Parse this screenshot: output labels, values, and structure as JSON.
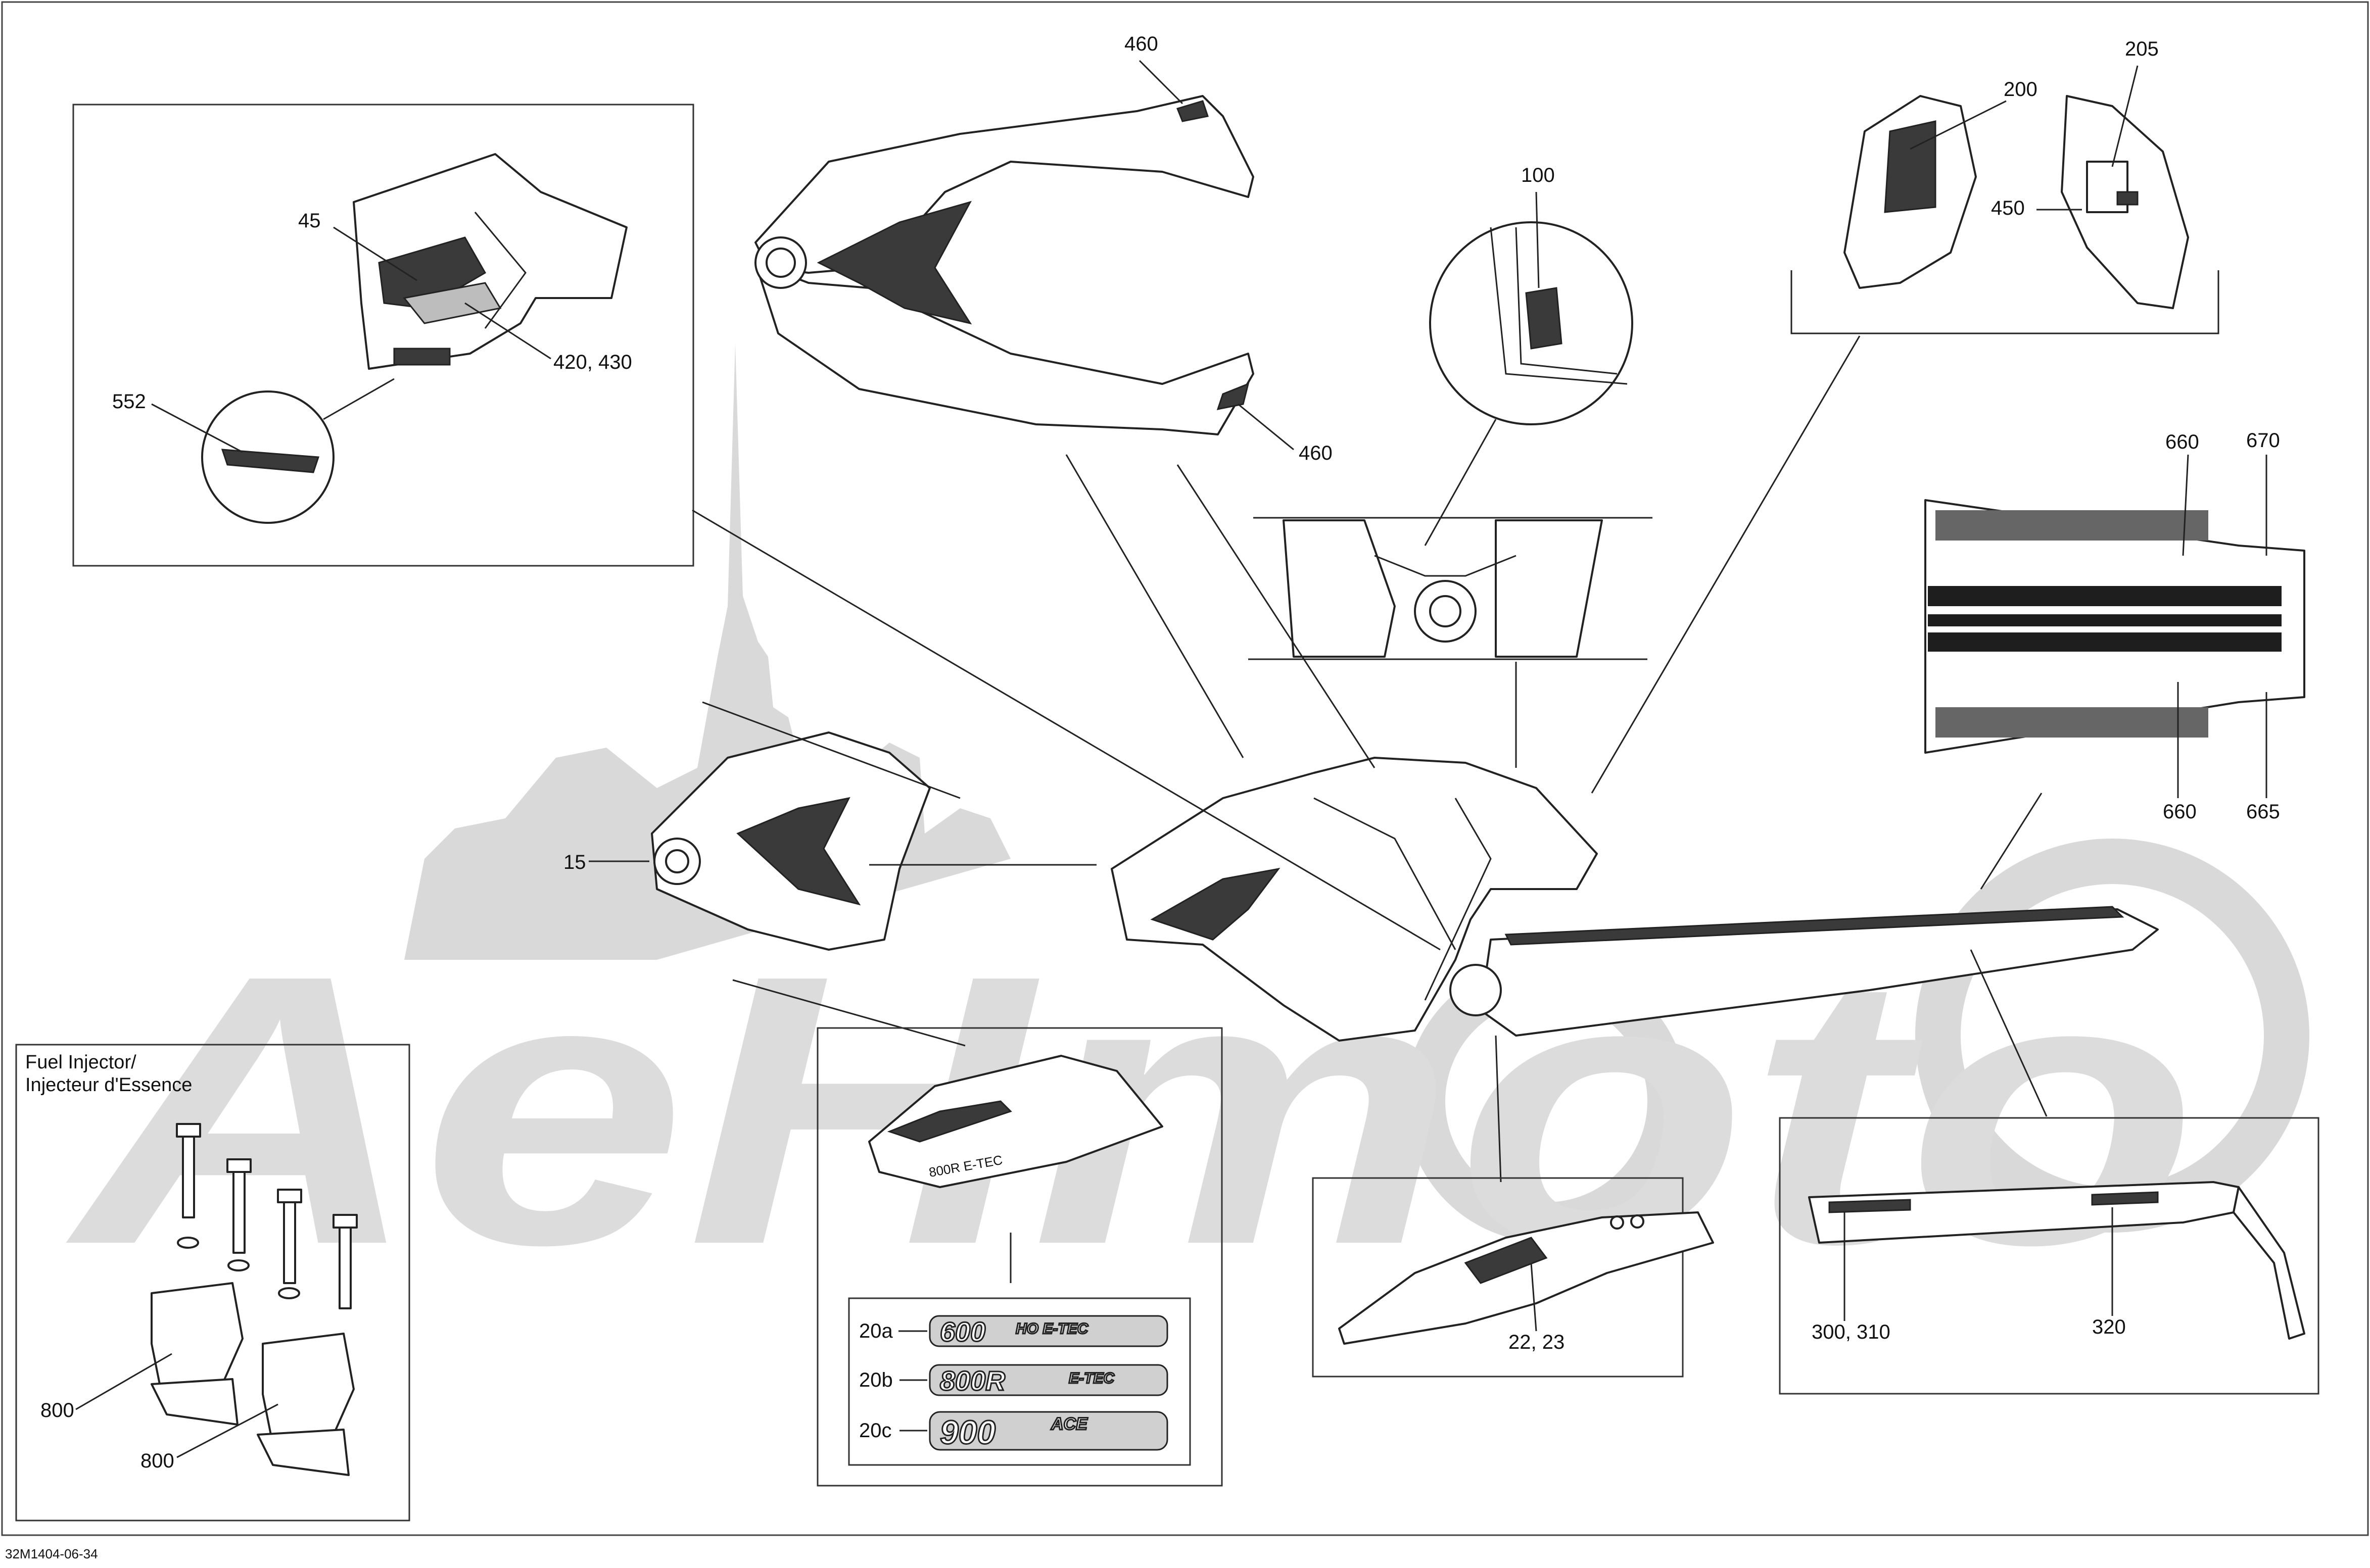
{
  "figure_code": "32M1404-06-34",
  "watermark_text": "AeHmoto",
  "fuel_injector_inset": {
    "title_line1": "Fuel Injector/",
    "title_line2": "Injecteur d'Essence"
  },
  "callouts": {
    "c460a": "460",
    "c460b": "460",
    "c200": "200",
    "c205": "205",
    "c450": "450",
    "c100": "100",
    "c45": "45",
    "c420": "420, 430",
    "c552": "552",
    "c660a": "660",
    "c670": "670",
    "c660b": "660",
    "c665": "665",
    "c15": "15",
    "c20a": "20a",
    "c20b": "20b",
    "c20c": "20c",
    "c22": "22, 23",
    "c300": "300, 310",
    "c320": "320",
    "c800a": "800",
    "c800b": "800"
  },
  "decals": {
    "d20a_big": "600",
    "d20a_small": "HO E-TEC",
    "d20b_big": "800R",
    "d20b_small": "E-TEC",
    "d20c_big": "900",
    "d20c_small": "ACE",
    "side_badge": "800R E-TEC"
  },
  "colors": {
    "ink": "#222222",
    "watermark": "#d9d9d9"
  }
}
